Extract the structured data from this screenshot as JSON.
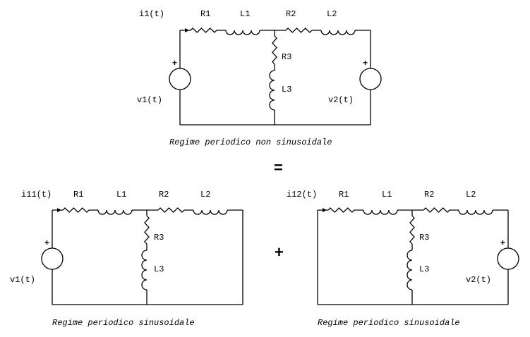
{
  "operators": {
    "equals": "=",
    "plus": "+"
  },
  "circuits": [
    {
      "id": "original",
      "current_label": "i1(t)",
      "labels": {
        "R1": "R1",
        "L1": "L1",
        "R2": "R2",
        "L2": "L2",
        "R3": "R3",
        "L3": "L3"
      },
      "left_source": {
        "label": "v1(t)",
        "polarity": "+"
      },
      "right_source": {
        "label": "v2(t)",
        "polarity": "+"
      },
      "caption": "Regime periodico non sinusoidale"
    },
    {
      "id": "sub1",
      "current_label": "i11(t)",
      "labels": {
        "R1": "R1",
        "L1": "L1",
        "R2": "R2",
        "L2": "L2",
        "R3": "R3",
        "L3": "L3"
      },
      "left_source": {
        "label": "v1(t)",
        "polarity": "+"
      },
      "caption": "Regime periodico sinusoidale"
    },
    {
      "id": "sub2",
      "current_label": "i12(t)",
      "labels": {
        "R1": "R1",
        "L1": "L1",
        "R2": "R2",
        "L2": "L2",
        "R3": "R3",
        "L3": "L3"
      },
      "right_source": {
        "label": "v2(t)",
        "polarity": "+"
      },
      "caption": "Regime periodico sinusoidale"
    }
  ]
}
